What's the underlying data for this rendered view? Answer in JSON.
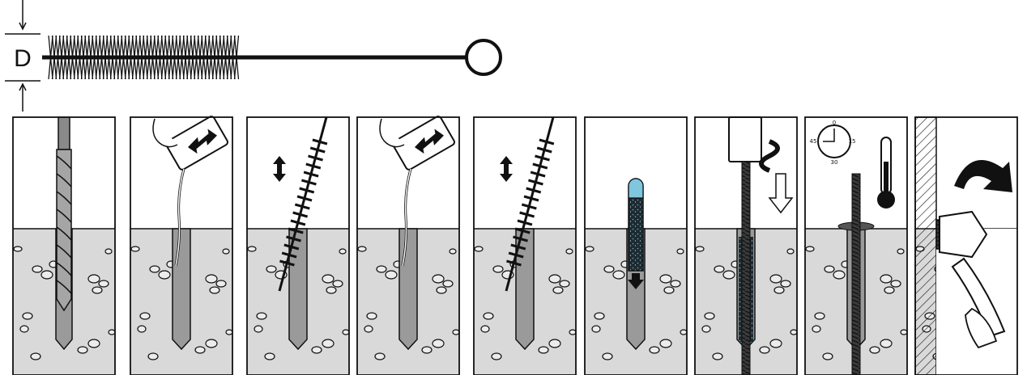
{
  "header": {
    "dimension_label": "D",
    "brush_icon": "cleaning-brush-icon"
  },
  "colors": {
    "line": "#111111",
    "concrete": "#d9d9d9",
    "hole": "#9a9a9a",
    "resin": "#1c2b33",
    "resin_tip": "#7fc6df",
    "background": "#ffffff"
  },
  "steps": [
    {
      "id": "drill",
      "icon": "drill-bit-icon"
    },
    {
      "id": "blow-out-1",
      "icon": "blow-pump-icon"
    },
    {
      "id": "brush-1",
      "icon": "brush-icon"
    },
    {
      "id": "blow-out-2",
      "icon": "blow-pump-icon"
    },
    {
      "id": "brush-2",
      "icon": "brush-icon"
    },
    {
      "id": "inject-resin",
      "icon": "resin-capsule-icon"
    },
    {
      "id": "insert-rod",
      "icon": "threaded-rod-icon"
    },
    {
      "id": "cure",
      "icon": "clock-thermometer-icon"
    },
    {
      "id": "tighten",
      "icon": "wrench-icon"
    }
  ],
  "clock": {
    "top": "0",
    "right": "15",
    "bottom": "30",
    "left": "45"
  }
}
